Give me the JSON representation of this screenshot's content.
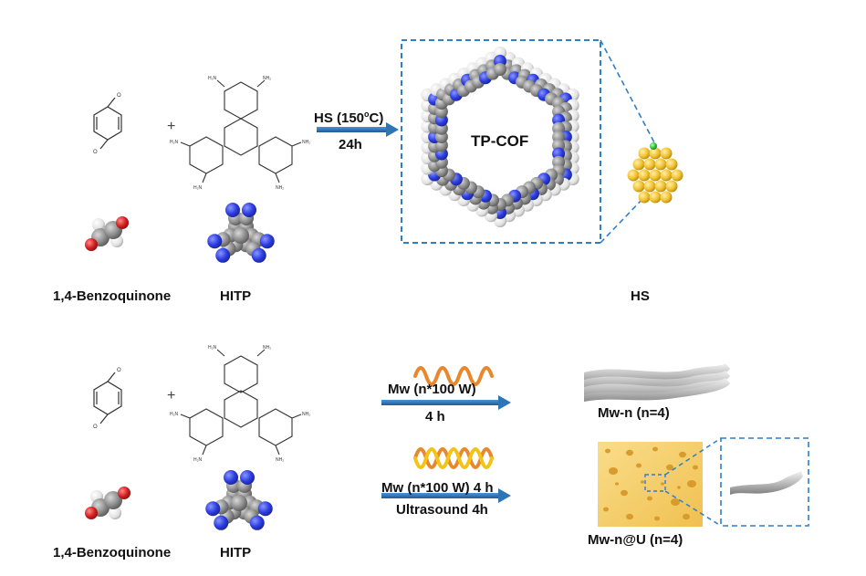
{
  "top_row": {
    "reagent_left_label": "1,4-Benzoquinone",
    "reagent_right_label": "HITP",
    "plus_sign": "+",
    "condition_line1": "HS (150",
    "condition_degree": "o",
    "condition_unit": "C)",
    "condition_line2": "24h",
    "framework_label": "TP-COF",
    "product_label": "HS"
  },
  "bottom_row": {
    "reagent_left_label": "1,4-Benzoquinone",
    "reagent_right_label": "HITP",
    "plus_sign": "+",
    "microwave_line1": "Mw (n*100 W)",
    "microwave_line2": "4 h",
    "product_mw_label": "Mw-n (n=4)",
    "combined_line1": "Mw (n*100 W) 4 h",
    "combined_line2": "Ultrasound 4h",
    "product_mwu_label": "Mw-n@U (n=4)"
  },
  "colors": {
    "arrow": "#2e75b6",
    "dashed_box": "#2e7fc6",
    "nitrogen": "#2b3de0",
    "carbon": "#8e8e8e",
    "hydrogen": "#e6e6e6",
    "oxygen": "#d42020",
    "gold": "#f2c230",
    "wave_orange": "#e8872c",
    "wave_yellow": "#f3c318",
    "sponge": "#f6d06a"
  }
}
